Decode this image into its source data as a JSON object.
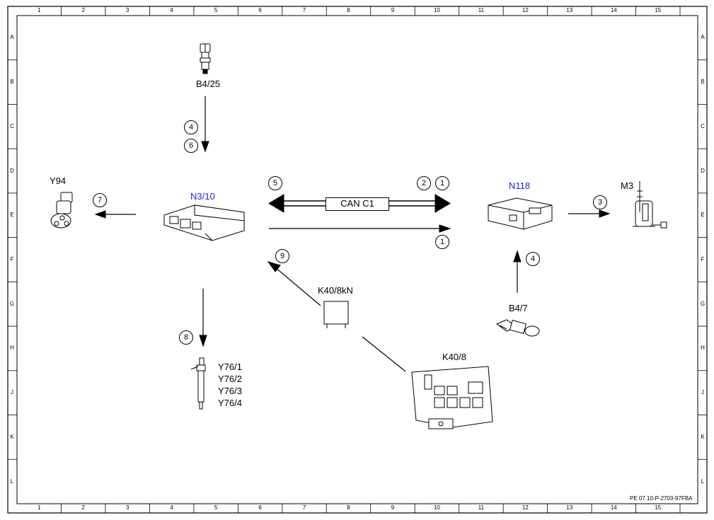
{
  "columns": [
    "1",
    "2",
    "3",
    "4",
    "5",
    "6",
    "7",
    "8",
    "9",
    "10",
    "11",
    "12",
    "13",
    "14",
    "15"
  ],
  "rows": [
    "A",
    "B",
    "C",
    "D",
    "E",
    "F",
    "G",
    "H",
    "J",
    "K",
    "L"
  ],
  "components": {
    "b4_25": "B4/25",
    "y94": "Y94",
    "n3_10": "N3/10",
    "n118": "N118",
    "m3": "M3",
    "k40_8kn": "K40/8kN",
    "b4_7": "B4/7",
    "k40_8": "K40/8",
    "y76": [
      "Y76/1",
      "Y76/2",
      "Y76/3",
      "Y76/4"
    ]
  },
  "bus": {
    "label": "CAN C1"
  },
  "markers": {
    "m4_top": "4",
    "m6": "6",
    "m5": "5",
    "m2": "2",
    "m1_top": "1",
    "m7": "7",
    "m3": "3",
    "m1_bottom": "1",
    "m9": "9",
    "m4_right": "4",
    "m8": "8"
  },
  "reference": "PE 07.10-P-2703-97FBA",
  "colors": {
    "line": "#000000",
    "component_label_accent": "#1a1aff"
  }
}
